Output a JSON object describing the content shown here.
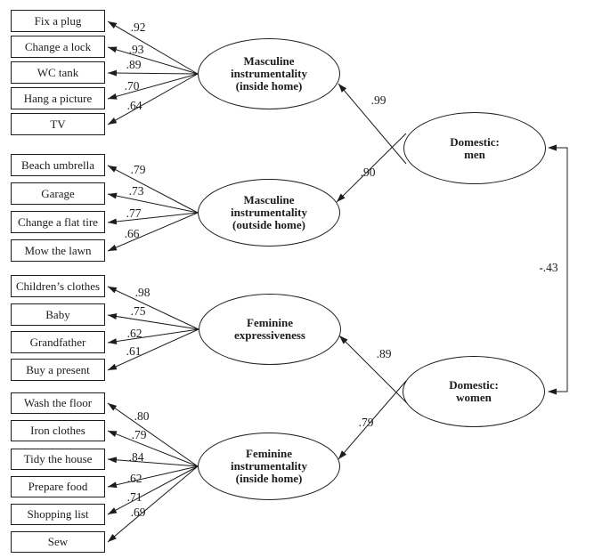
{
  "model": {
    "kind": "path-diagram",
    "factors": [
      {
        "name": "Masculine instrumentality (inside home)",
        "label_lines": [
          "Masculine",
          "instrumentality",
          "(inside home)"
        ],
        "indicators": [
          {
            "label": "Fix a plug",
            "loading": ".92"
          },
          {
            "label": "Change a lock",
            "loading": ".93"
          },
          {
            "label": "WC tank",
            "loading": ".89"
          },
          {
            "label": "Hang a picture",
            "loading": ".70"
          },
          {
            "label": "TV",
            "loading": ".64"
          }
        ]
      },
      {
        "name": "Masculine instrumentality (outside home)",
        "label_lines": [
          "Masculine",
          "instrumentality",
          "(outside home)"
        ],
        "indicators": [
          {
            "label": "Beach umbrella",
            "loading": ".79"
          },
          {
            "label": "Garage",
            "loading": ".73"
          },
          {
            "label": "Change a flat tire",
            "loading": ".77"
          },
          {
            "label": "Mow the lawn",
            "loading": ".66"
          }
        ]
      },
      {
        "name": "Feminine expressiveness",
        "label_lines": [
          "Feminine",
          "expressiveness"
        ],
        "indicators": [
          {
            "label": "Children’s clothes",
            "loading": ".98"
          },
          {
            "label": "Baby",
            "loading": ".75"
          },
          {
            "label": "Grandfather",
            "loading": ".62"
          },
          {
            "label": "Buy a present",
            "loading": ".61"
          }
        ]
      },
      {
        "name": "Feminine instrumentality (inside home)",
        "label_lines": [
          "Feminine",
          "instrumentality",
          "(inside home)"
        ],
        "indicators": [
          {
            "label": "Wash the floor",
            "loading": ".80"
          },
          {
            "label": "Iron clothes",
            "loading": ".79"
          },
          {
            "label": "Tidy the house",
            "loading": ".84"
          },
          {
            "label": "Prepare food",
            "loading": ".62"
          },
          {
            "label": "Shopping list",
            "loading": ".71"
          },
          {
            "label": "Sew",
            "loading": ".69"
          }
        ]
      }
    ],
    "higher_order": [
      {
        "name": "Domestic: men",
        "label_lines": [
          "Domestic:",
          "men"
        ],
        "paths": [
          {
            "to": "Masculine instrumentality (inside home)",
            "value": ".99"
          },
          {
            "to": "Masculine instrumentality (outside home)",
            "value": ".90"
          }
        ]
      },
      {
        "name": "Domestic: women",
        "label_lines": [
          "Domestic:",
          "women"
        ],
        "paths": [
          {
            "to": "Feminine expressiveness",
            "value": ".89"
          },
          {
            "to": "Feminine instrumentality (inside home)",
            "value": ".79"
          }
        ]
      }
    ],
    "correlation": {
      "between": [
        "Domestic: men",
        "Domestic: women"
      ],
      "value": "-.43"
    },
    "line_color": "#1c1c1c",
    "background_color": "#ffffff"
  }
}
